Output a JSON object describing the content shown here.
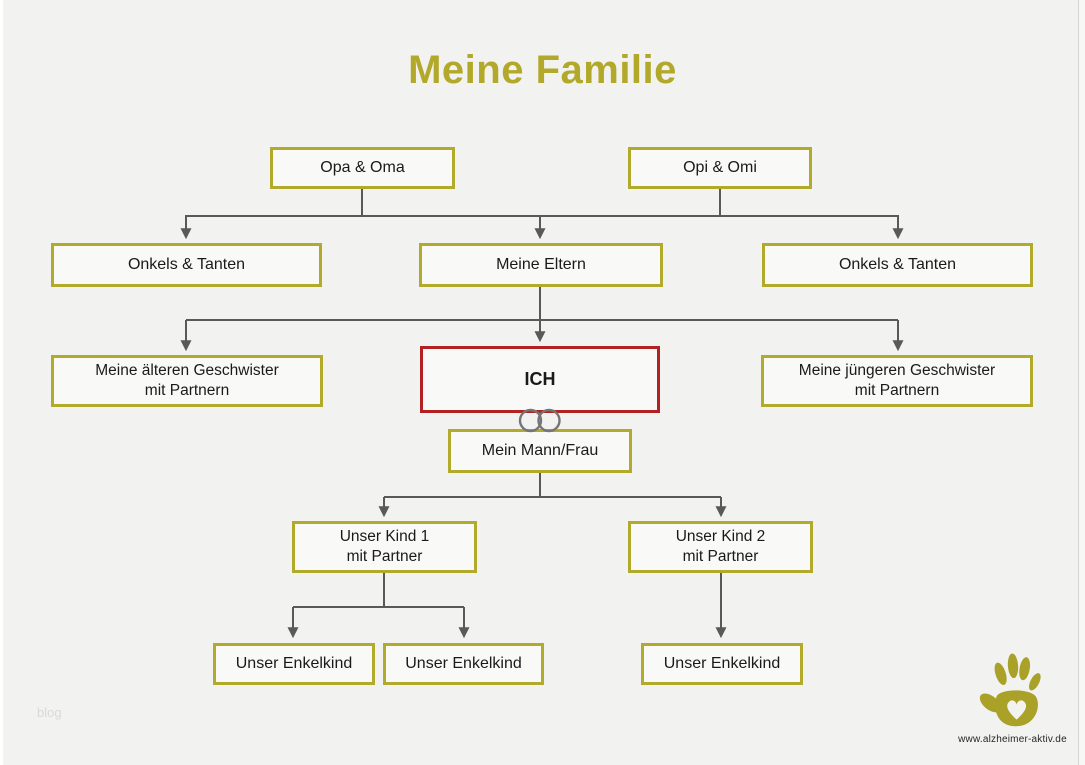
{
  "title": "Meine Familie",
  "watermark": "blog",
  "logo": {
    "icon": "handprint-icon",
    "url_text": "www.alzheimer-aktiv.de"
  },
  "colors": {
    "background": "#f2f2f1",
    "box_border": "#b2aa2b",
    "box_fill": "#f9f9f7",
    "highlight_border": "#b32222",
    "connector": "#595959",
    "title": "#b2a92a",
    "logo_olive": "#a9a128"
  },
  "nodes": {
    "opa_oma": {
      "label": "Opa & Oma"
    },
    "opi_omi": {
      "label": "Opi & Omi"
    },
    "onkels_tanten_links": {
      "label": "Onkels & Tanten"
    },
    "meine_eltern": {
      "label": "Meine Eltern"
    },
    "onkels_tanten_rechts": {
      "label": "Onkels & Tanten"
    },
    "aeltere_geschwister": {
      "label": "Meine älteren Geschwister\nmit Partnern"
    },
    "ich": {
      "label": "ICH"
    },
    "juengere_geschwister": {
      "label": "Meine jüngeren Geschwister\nmit Partnern"
    },
    "mann_frau": {
      "label": "Mein Mann/Frau"
    },
    "kind1": {
      "label": "Unser Kind 1\nmit Partner"
    },
    "kind2": {
      "label": "Unser Kind 2\nmit Partner"
    },
    "enkelkind1": {
      "label": "Unser Enkelkind"
    },
    "enkelkind2": {
      "label": "Unser Enkelkind"
    },
    "enkelkind3": {
      "label": "Unser Enkelkind"
    }
  }
}
